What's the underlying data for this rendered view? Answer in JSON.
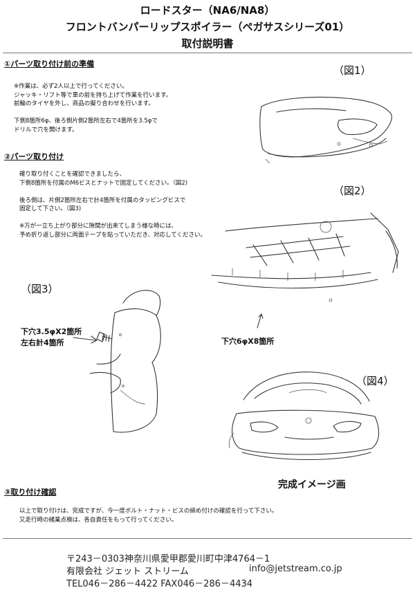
{
  "header": {
    "line1": "ロードスター（NA6/NA8）",
    "line2": "フロントバンパーリップスポイラー（ペガサスシリーズ01）",
    "line3": "取付説明書"
  },
  "section1": {
    "title": "①パーツ取り付け前の準備",
    "lines": [
      "※作業は、必ず2人以上で行ってください。",
      "ジャッキ・リフト等で車の前を持ち上げて作業を行います。",
      "前輪のタイヤを外し、商品の擬り合わせを行います。",
      "",
      "下側8箇所6φ、後ろ側片側2箇所左右で4箇所を3.5φで",
      "ドリルで穴を開けます。"
    ]
  },
  "section2": {
    "title": "②パーツ取り付け",
    "lines": [
      "確り取り付くことを確認できましたら、",
      "下側8箇所を付属のM6ビスとナットで固定してください。（図2)",
      "",
      "後ろ側は、片側2箇所左右で計4箇所を付属のタッピングビスで",
      "固定して下さい。（図3)",
      "",
      "※万が一立ち上がり部分に隙間が出来てしまう様な時には、",
      "予め折り返し部分に両面テープを貼っていただき、対応してください。"
    ]
  },
  "section3": {
    "title": "③取り付け確認",
    "lines": [
      "以上で取り付けは、完成ですが、今一度ボルト・ナット・ビスの締め付けの確認を行って下さい。",
      "又走行時の緒業点検は、各自責任をもって行ってください。"
    ]
  },
  "figures": {
    "fig1": "（図1）",
    "fig2": "（図2）",
    "fig3": "（図3）",
    "fig4": "（図4）",
    "fig2_callout": "下穴6φX8箇所",
    "fig3_callout_1": "下穴3.5φX2箇所",
    "fig3_callout_2": "左右計4箇所",
    "fig4_caption": "完成イメージ画"
  },
  "footer": {
    "address": "〒243－0303神奈川県愛甲郡愛川町中津4764－1",
    "company": "有限会社  ジェット  ストリーム",
    "email": "info@jetstream.co.jp",
    "phone": "TEL046－286－4422  FAX046－286－4434"
  }
}
